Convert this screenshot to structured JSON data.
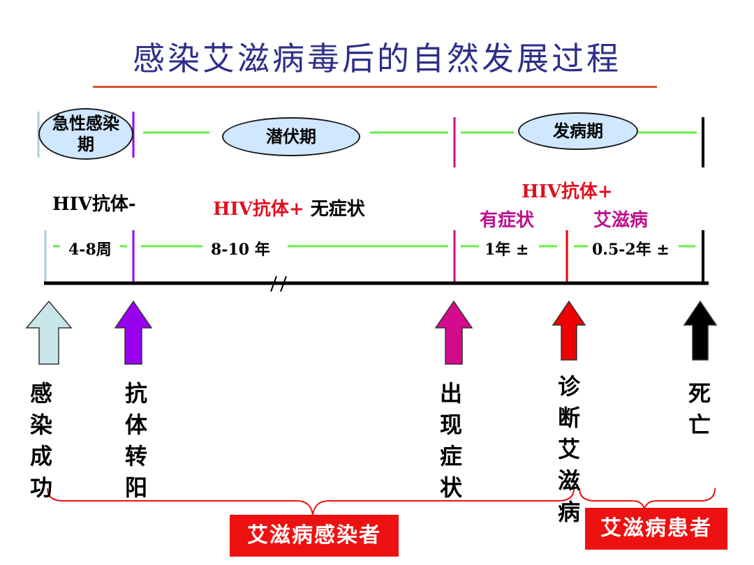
{
  "title": "感染艾滋病毒后的自然发展过程",
  "phases": {
    "acute": "急性感染期",
    "latent": "潜伏期",
    "onset": "发病期"
  },
  "antibody": {
    "negative": "HIV抗体-",
    "positive": "HIV抗体+",
    "no_symptom": "无症状",
    "positive_top": "HIV抗体+",
    "symptomatic": "有症状",
    "aids": "艾滋病"
  },
  "durations": {
    "d1": "4-8周",
    "d2": "8-10 年",
    "d3": "1年 ±",
    "d4": "0.5-2年 ±"
  },
  "events": [
    {
      "label": "感染成功",
      "color": "#c8e6ea"
    },
    {
      "label": "抗体转阳",
      "color": "#9900ee"
    },
    {
      "label": "出现症状",
      "color": "#d40a8c"
    },
    {
      "label": "诊断艾滋病",
      "color": "#ee0000"
    },
    {
      "label": "死亡",
      "color": "#000000"
    }
  ],
  "groups": {
    "infected": "艾滋病感染者",
    "patients": "艾滋病患者"
  },
  "colors": {
    "dash_green": "#66ee44",
    "accent_red": "#e01020",
    "title_blue": "#2e2e8a"
  }
}
